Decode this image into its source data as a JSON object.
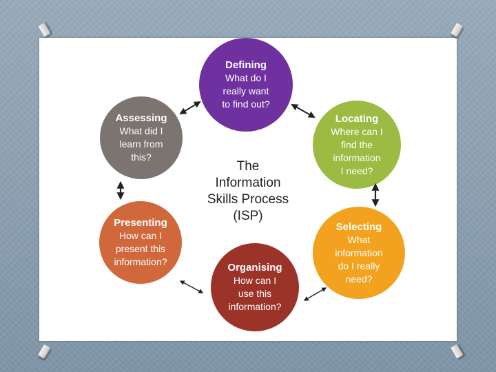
{
  "center": {
    "lines": [
      "The",
      "Information",
      "Skills Process",
      "(ISP)"
    ]
  },
  "stages": {
    "defining": {
      "title": "Defining",
      "lines": [
        "What do I",
        "really want",
        "to find out?"
      ],
      "color": "#7031a0"
    },
    "locating": {
      "title": "Locating",
      "lines": [
        "Where can I",
        "find the",
        "information",
        "I need?"
      ],
      "color": "#9bbb43"
    },
    "selecting": {
      "title": "Selecting",
      "lines": [
        "What",
        "information",
        "do I really",
        "need?"
      ],
      "color": "#f3a21f"
    },
    "organising": {
      "title": "Organising",
      "lines": [
        "How can I",
        "use this",
        "information?"
      ],
      "color": "#9b3328"
    },
    "presenting": {
      "title": "Presenting",
      "lines": [
        "How can I",
        "present this",
        "information?"
      ],
      "color": "#d1683c"
    },
    "assessing": {
      "title": "Assessing",
      "lines": [
        "What did I",
        "learn from",
        "this?"
      ],
      "color": "#7b7470"
    }
  }
}
